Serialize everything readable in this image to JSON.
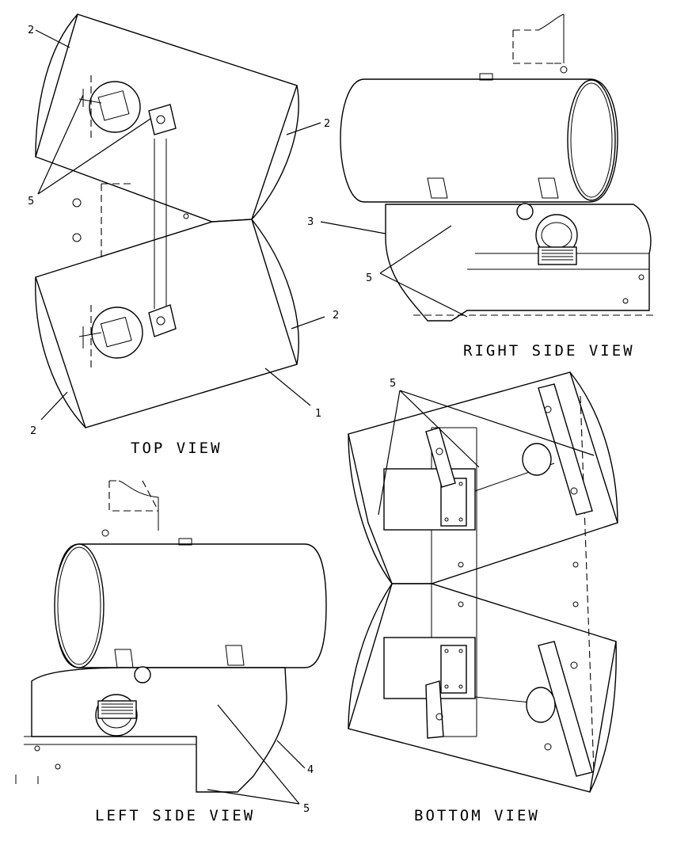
{
  "views": {
    "top": "TOP VIEW",
    "right": "RIGHT SIDE VIEW",
    "left": "LEFT SIDE VIEW",
    "bottom": "BOTTOM VIEW"
  },
  "callouts": {
    "one": "1",
    "two": "2",
    "three": "3",
    "four": "4",
    "five": "5"
  }
}
